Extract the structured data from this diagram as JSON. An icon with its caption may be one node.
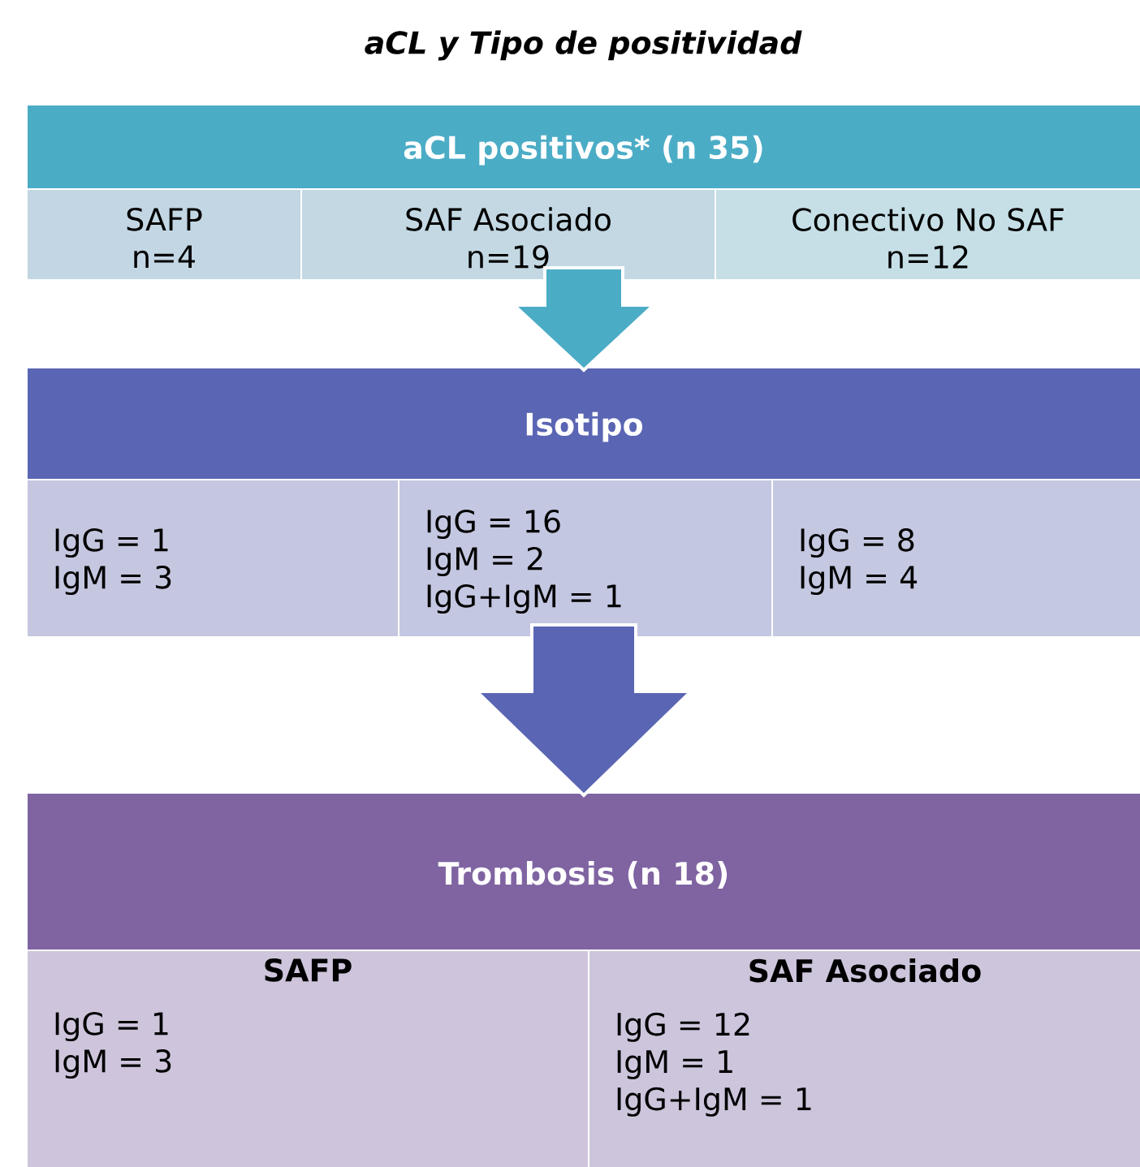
{
  "diagram": {
    "title": "aCL y Tipo de positividad",
    "nodes": [
      {
        "text": [
          "aCL positivos* (n 35)"
        ]
      },
      {
        "text": [
          "SAFP",
          "n=4"
        ]
      },
      {
        "text": [
          "SAF Asociado",
          "n=19"
        ]
      },
      {
        "text": [
          "Conectivo No SAF",
          "n=12"
        ]
      },
      {
        "text": [
          "Isotipo"
        ]
      },
      {
        "text": [
          "IgG = 1",
          "IgM = 3"
        ]
      },
      {
        "text": [
          "IgG = 16",
          "IgM = 2",
          "IgG+IgM = 1"
        ]
      },
      {
        "text": [
          "IgG = 8",
          "IgM = 4"
        ]
      },
      {
        "text": [
          "Trombosis (n 18)"
        ]
      },
      {
        "text": [
          "SAFP",
          "IgG = 1",
          "IgM = 3"
        ]
      },
      {
        "text": [
          "SAF Asociado",
          "IgG = 12",
          "IgM = 1",
          "IgG+IgM = 1"
        ]
      }
    ],
    "edges": [
      {
        "from": 2,
        "to": 4,
        "arrow": "to",
        "color": "#4bacc6"
      },
      {
        "from": 6,
        "to": 8,
        "arrow": "to",
        "color": "#5a66b3"
      }
    ]
  }
}
